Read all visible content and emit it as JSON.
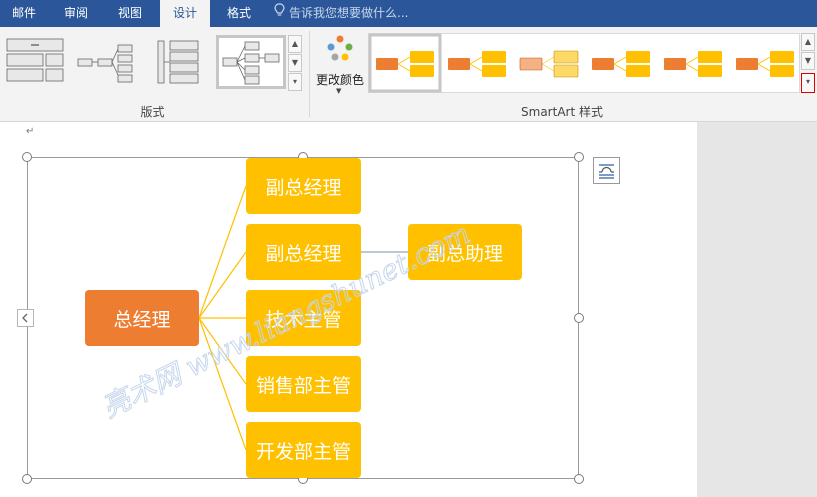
{
  "tabs": [
    {
      "label": "邮件",
      "active": false
    },
    {
      "label": "审阅",
      "active": false
    },
    {
      "label": "视图",
      "active": false
    },
    {
      "label": "设计",
      "active": true
    },
    {
      "label": "格式",
      "active": false
    }
  ],
  "tell_me": {
    "placeholder": "告诉我您想要做什么...",
    "icon": "lightbulb-icon"
  },
  "ribbon": {
    "layouts_group_label": "版式",
    "change_colors_label": "更改颜色",
    "smartart_styles_group_label": "SmartArt 样式"
  },
  "colors": {
    "tab_bar": "#2b579a",
    "manager_node": "#ed7d31",
    "subordinate_node": "#ffc000",
    "connector": "#ffc000",
    "assistant_connector": "#8ea9c1",
    "more_button_outline": "#e00000"
  },
  "diagram": {
    "manager": "总经理",
    "subordinates": [
      "副总经理",
      "副总经理",
      "技术主管",
      "销售部主管",
      "开发部主管"
    ],
    "assistant": "副总助理"
  },
  "watermark": "亮术网 www.liangshunet.com"
}
